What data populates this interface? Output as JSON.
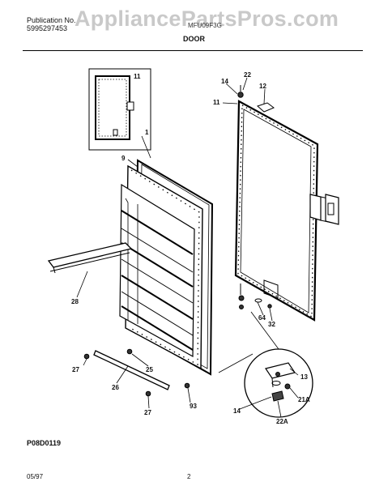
{
  "header": {
    "publication_label": "Publication No.",
    "publication_number": "5995297453",
    "model": "MFU09F3G",
    "section_title": "DOOR",
    "watermark": "AppliancePartsPros.com"
  },
  "callouts": {
    "c11_inset": "11",
    "c1": "1",
    "c9": "9",
    "c22": "22",
    "c14_top": "14",
    "c12": "12",
    "c11_gasket": "11",
    "c28": "28",
    "c64": "64",
    "c32": "32",
    "c27_left": "27",
    "c26": "26",
    "c25": "25",
    "c27_bottom": "27",
    "c93": "93",
    "c13": "13",
    "c14_detail": "14",
    "c21a": "21A",
    "c22a": "22A"
  },
  "figure_code": "P08D0119",
  "footer": {
    "date": "05/97",
    "page": "2"
  }
}
